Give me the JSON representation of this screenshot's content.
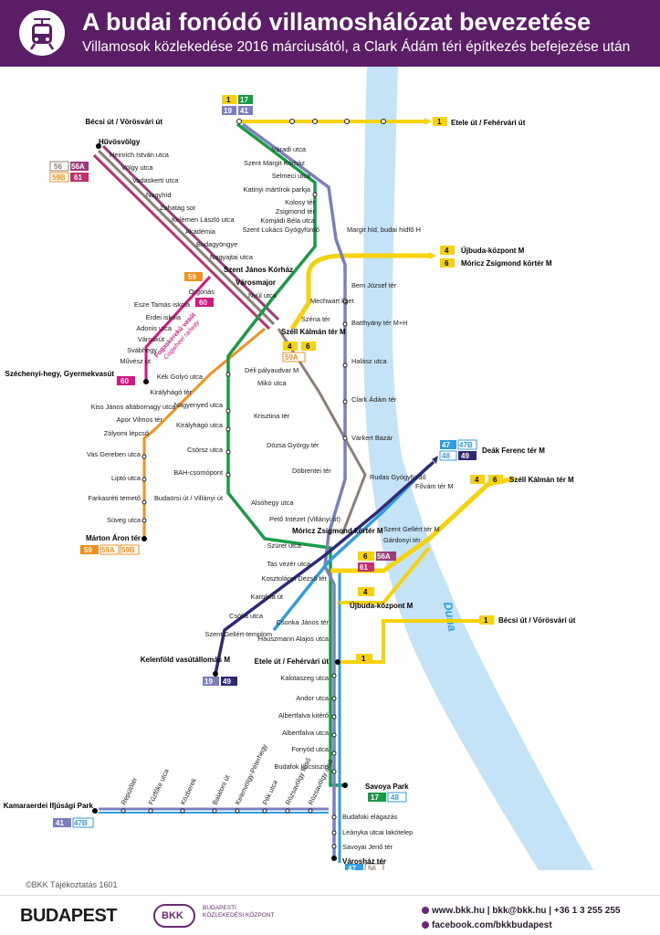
{
  "header": {
    "title": "A budai fonódó villamoshálózat bevezetése",
    "subtitle": "Villamosok közlekedése 2016 márciusától, a Clark Ádám téri építkezés befejezése után",
    "icon": "tram-icon"
  },
  "colors": {
    "header_bg": "#5b1d66",
    "line_1": "#f5d20a",
    "line_17": "#1a9b46",
    "line_19": "#7b7fc0",
    "line_41": "#7b7fc0",
    "line_47": "#2f9ee0",
    "line_49": "#2e2a78",
    "line_56": "#8c7f78",
    "line_56A": "#9c3c7a",
    "line_59": "#f19020",
    "line_61": "#c0306c",
    "line_60": "#d6167f",
    "danube": "#c4e3f7"
  },
  "map": {
    "river": "Duna",
    "stations": [
      "Bécsi út / Vörösvári út",
      "Váradi utca",
      "Szent Margit Kórház",
      "Selmeci utca",
      "Katinyi mártírok parkja",
      "Kolosy tér",
      "Zsigmond tér",
      "Komjádi Béla utca",
      "Szent Lukács Gyógyfürdő",
      "Margit híd, budai hídfő H",
      "Bem József tér",
      "Batthyány tér M+H",
      "Halász utca",
      "Clark Ádám tér",
      "Várkert Bazár",
      "Rudas Gyógyfürdő",
      "Fővám tér M",
      "Szent Gellért tér M",
      "Gárdonyi tér",
      "Hűvösvölgy",
      "Heinrich István utca",
      "Völgy utca",
      "Vadaskerti utca",
      "Nagyhíd",
      "Zuhatag sor",
      "Kelemen László utca",
      "Akadémia",
      "Budagyöngye",
      "Nagyajtai utca",
      "Szent János Kórház",
      "Városmajor",
      "Nyúl utca",
      "Mechwart liget",
      "Széna tér",
      "Széll Kálmán tér M",
      "Orgonás",
      "Esze Tamás iskola",
      "Erdei iskola",
      "Adonis utca",
      "Városkút",
      "Svábhegy",
      "Művész út",
      "Széchenyi-hegy, Gyermekvasút",
      "Déli pályaudvar M",
      "Mikó utca",
      "Krisztina tér",
      "Dózsa György tér",
      "Döbrentei tér",
      "Kék Golyó utca",
      "Királyhágó tér",
      "Kiss János altábornagy utca",
      "Apor Vilmos tér",
      "Zólyomi lépcső",
      "Vas Gereben utca",
      "Liptó utca",
      "Farkasréti temető",
      "Süveg utca",
      "Márton Áron tér",
      "Nagyenyed utca",
      "Királyhágó utca",
      "Csörsz utca",
      "BAH-csomópont",
      "Budaörsi út / Villányi út",
      "Alsóhegy utca",
      "Pető Intézet (Villányi út)",
      "Szüret utca",
      "Móricz Zsigmond körtér M",
      "Tas vezér utca",
      "Kosztolányi Dezső tér",
      "Karolina út",
      "Csóka utca",
      "Szent Gellért-templom",
      "Kelenföld vasútállomás M",
      "Újbuda-központ M",
      "Csonka János tér",
      "Hauszmann Alajos utca",
      "Etele út / Fehérvári út",
      "Kalotaszeg utca",
      "Andor utca",
      "Albertfalva kitérő",
      "Albertfalva utca",
      "Fonyód utca",
      "Budafok kocsiszín",
      "Savoya Park",
      "Budafoki elágazás",
      "Leányka utcai lakótelep",
      "Savoyai Jenő tér",
      "Városház tér",
      "Kamaraerdei Ifjúsági Park",
      "Repülőtér",
      "Fűzfőke utca",
      "Közberek",
      "Balatoni út",
      "Kelenvölgy-Péterhegy",
      "Pék utca",
      "Rózsavölgy felső",
      "Rózsavölgy alsó"
    ],
    "destinations": [
      {
        "line": "1",
        "text": "Etele út / Fehérvári út"
      },
      {
        "line": "4",
        "text": "Újbuda-központ M"
      },
      {
        "line": "6",
        "text": "Móricz Zsigmond körtér M"
      },
      {
        "line": "47 47B 48 49",
        "text": "Deák Ferenc tér M"
      },
      {
        "line": "4 6",
        "text": "Széll Kálmán tér M"
      },
      {
        "line": "1",
        "text": "Bécsi út / Vörösvári út"
      }
    ],
    "railways": [
      "Fogaskerekű vasút",
      "Cogwheel railway"
    ]
  },
  "footer": {
    "copyright": "©BKK Tájékoztatás 1601",
    "logo": "BUDAPEST",
    "bkk_logo": "BKK",
    "bkk_name": "BUDAPESTI KÖZLEKEDÉSI KÖZPONT",
    "contact": "www.bkk.hu | bkk@bkk.hu | +36 1 3 255 255",
    "facebook": "facebook.com/bkkbudapest"
  }
}
